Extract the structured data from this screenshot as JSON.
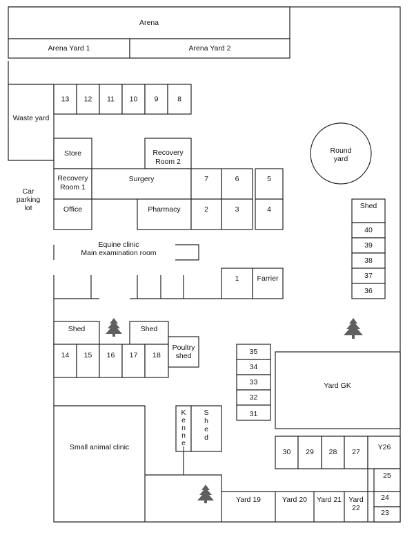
{
  "colors": {
    "stroke": "#222222",
    "tree": "#5f5f5f",
    "background": "#ffffff"
  },
  "labels": {
    "arena": "Arena",
    "arena_yard_1": "Arena Yard 1",
    "arena_yard_2": "Arena Yard 2",
    "waste_yard": "Waste yard",
    "car_parking_lot": [
      "Car",
      "parking",
      "lot"
    ],
    "store": "Store",
    "recovery_room_2": [
      "Recovery",
      "Room 2"
    ],
    "recovery_room_1": [
      "Recovery",
      "Room 1"
    ],
    "surgery": "Surgery",
    "office": "Office",
    "pharmacy": "Pharmacy",
    "round_yard": [
      "Round",
      "yard"
    ],
    "equine_clinic": [
      "Equine clinic",
      "Main examination room"
    ],
    "farrier": "Farrier",
    "shed": "Shed",
    "poultry_shed": [
      "Poultry",
      "shed"
    ],
    "yard_gk": "Yard GK",
    "small_animal_clinic": "Small animal clinic",
    "kennel": [
      "K",
      "e",
      "n",
      "n",
      "e",
      "l"
    ],
    "shed_vertical": [
      "S",
      "h",
      "e",
      "d"
    ],
    "yard_19": "Yard 19",
    "yard_20": "Yard 20",
    "yard_21": "Yard 21",
    "yard_22": [
      "Yard",
      "22"
    ],
    "y26": "Y26"
  },
  "stalls": {
    "top_row": [
      "13",
      "12",
      "11",
      "10",
      "9",
      "8"
    ],
    "center_upper": [
      "7",
      "6",
      "5"
    ],
    "center_lower": [
      "2",
      "3",
      "4"
    ],
    "stall_1": "1",
    "right_column": [
      "40",
      "39",
      "38",
      "37",
      "36"
    ],
    "bottom_left_row": [
      "14",
      "15",
      "16",
      "17",
      "18"
    ],
    "middle_column": [
      "35",
      "34",
      "33",
      "32",
      "31"
    ],
    "gk_row": [
      "30",
      "29",
      "28",
      "27"
    ],
    "corner_column": [
      "25",
      "24",
      "23"
    ]
  }
}
